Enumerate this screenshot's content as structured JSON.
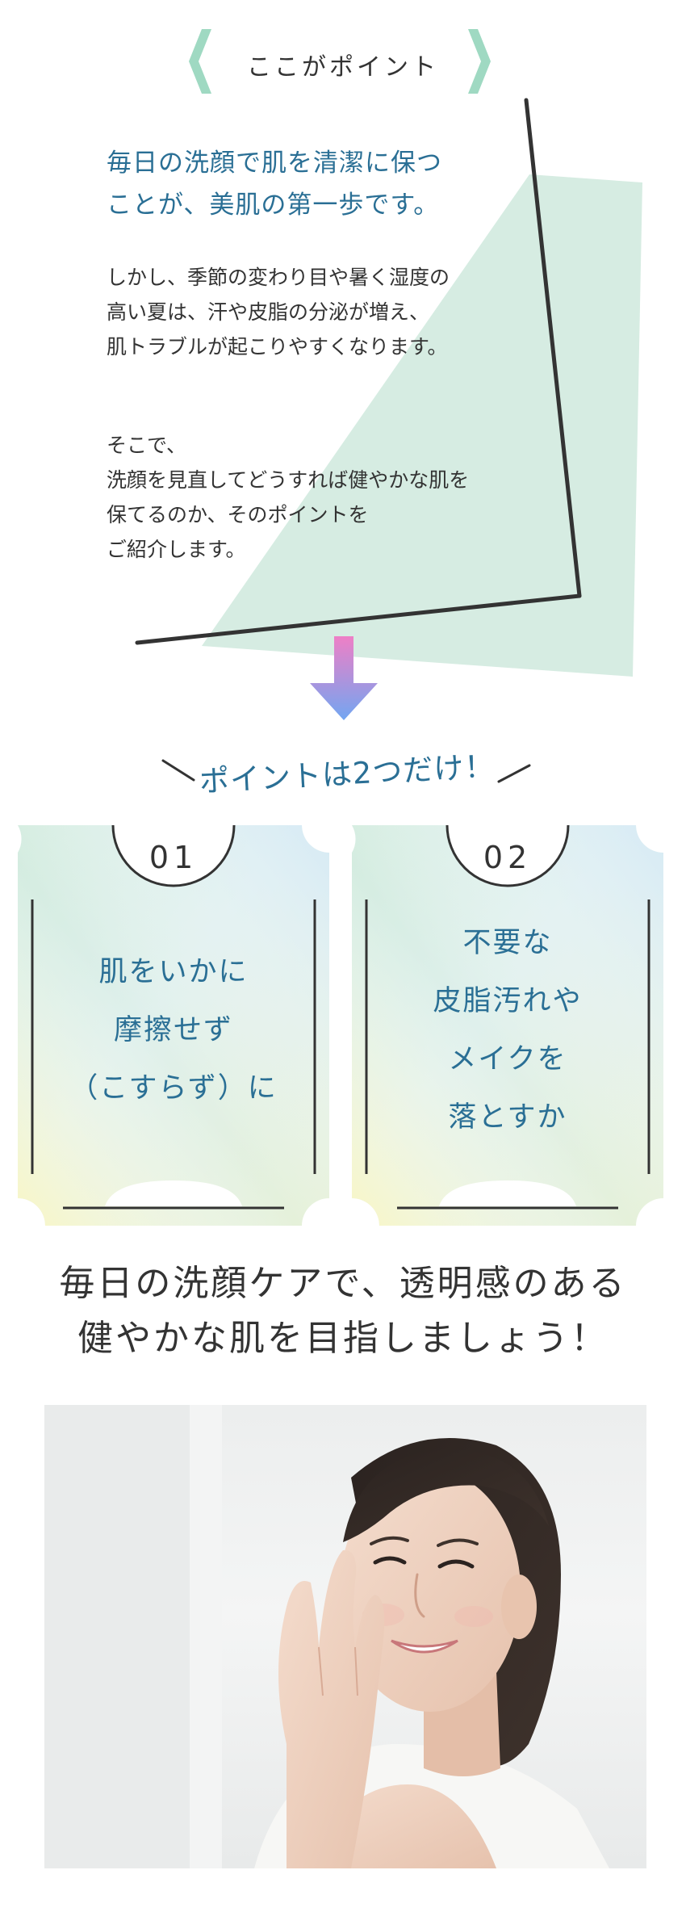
{
  "header": {
    "title": "ここがポイント",
    "bracket_color": "#9fd9c2"
  },
  "intro": {
    "lead_lines": [
      "毎日の洗顔で肌を清潔に保つ",
      "ことが、美肌の第一歩です。"
    ],
    "paragraph1_lines": [
      "しかし、季節の変わり目や暑く湿度の",
      "高い夏は、汗や皮脂の分泌が増え、",
      "肌トラブルが起こりやすくなります。"
    ],
    "paragraph2_lines": [
      "そこで、",
      "洗顔を見直してどうすれば健やかな肌を",
      "保てるのか、そのポイントを",
      "ご紹介します。"
    ]
  },
  "arrow": {
    "icon": "down-arrow-icon",
    "color_top": "#ee7fc6",
    "color_bottom": "#72a6f1"
  },
  "points_headline": "ポイントは2つだけ！",
  "points": [
    {
      "number": "01",
      "lines": [
        "肌をいかに",
        "摩擦せず",
        "（こすらず）に"
      ]
    },
    {
      "number": "02",
      "lines": [
        "不要な",
        "皮脂汚れや",
        "メイクを",
        "落とすか"
      ]
    }
  ],
  "closing_lines": [
    "毎日の洗顔ケアで、透明感のある",
    "健やかな肌を目指しましょう！"
  ],
  "colors": {
    "accent_blue": "#2a6f95",
    "mint": "#d6ece2",
    "text": "#333333"
  }
}
